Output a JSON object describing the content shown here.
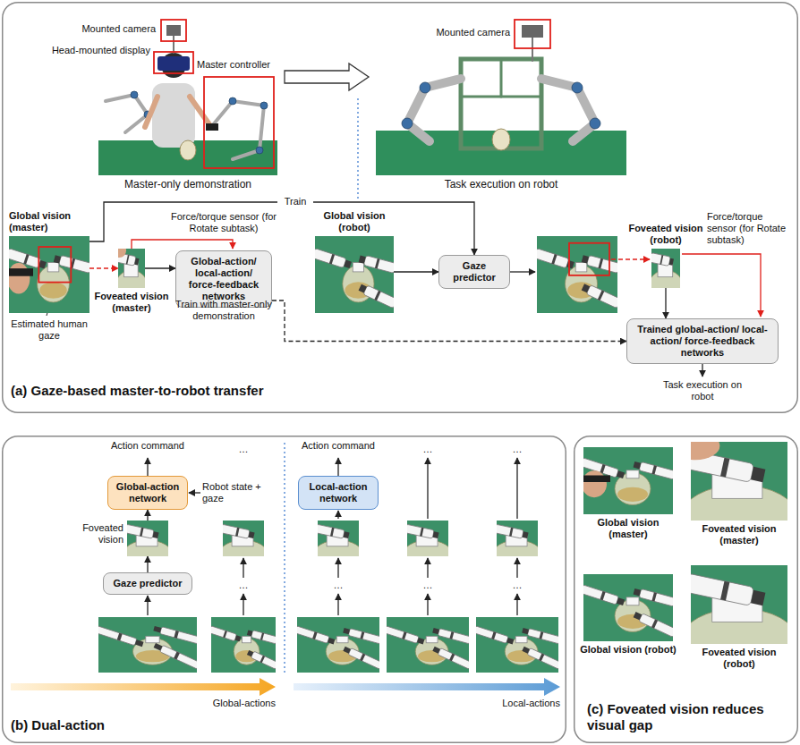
{
  "diagram": {
    "nodes": [
      {
        "text": [
          "(a) Gaze-based master-to-robot transfer"
        ]
      },
      {
        "text": [
          "Master-only demonstration"
        ],
        "in": 0
      },
      {
        "text": [
          "Task execution on robot"
        ],
        "in": 0
      },
      {
        "text": [
          "Global vision (master)"
        ],
        "in": 0
      },
      {
        "text": [
          "Foveated vision (master)"
        ],
        "in": 0
      },
      {
        "text": [
          "Global-action/ local-action/ force-feedback networks"
        ],
        "in": 0
      },
      {
        "text": [
          "Global vision (robot)"
        ],
        "in": 0
      },
      {
        "text": [
          "Gaze predictor"
        ],
        "in": 0
      },
      {
        "text": [
          "Foveated vision (robot)"
        ],
        "in": 0
      },
      {
        "text": [
          "Trained global-action/ local-action/ force-feedback networks"
        ],
        "in": 0
      },
      {
        "text": [
          "(b) Dual-action"
        ]
      },
      {
        "text": [
          "Global-action network"
        ],
        "in": 10
      },
      {
        "text": [
          "Foveated vision"
        ],
        "in": 10
      },
      {
        "text": [
          "Gaze predictor"
        ],
        "in": 10
      },
      {
        "text": [
          "Local-action network"
        ],
        "in": 10
      },
      {
        "text": [
          "(c) Foveated vision reduces visual gap"
        ]
      },
      {
        "text": [
          "Global vision (master)"
        ],
        "in": 15
      },
      {
        "text": [
          "Foveated vision (master)"
        ],
        "in": 15
      },
      {
        "text": [
          "Global vision (robot)"
        ],
        "in": 15
      },
      {
        "text": [
          "Foveated vision (robot)"
        ],
        "in": 15
      }
    ],
    "edges": [
      {
        "from": 1,
        "to": 2,
        "arrow": "to"
      },
      {
        "from": 3,
        "to": 7,
        "label": "Train",
        "arrow": "to"
      },
      {
        "from": 3,
        "to": 4,
        "arrow": "to"
      },
      {
        "from": 4,
        "to": 5,
        "arrow": "to"
      },
      {
        "from": 5,
        "to": 9,
        "arrow": "to"
      },
      {
        "from": 6,
        "to": 7,
        "arrow": "to"
      },
      {
        "from": 8,
        "to": 9,
        "arrow": "to"
      },
      {
        "from": 13,
        "to": 12,
        "arrow": "to"
      },
      {
        "from": 12,
        "to": 11,
        "arrow": "to"
      }
    ],
    "labels": [
      "Mounted camera",
      "Head-mounted display",
      "Master controller",
      "Mounted camera",
      "Force/torque sensor (for Rotate subtask)",
      "Estimated human gaze",
      "Train with master-only demonstration",
      "Force/torque sensor (for Rotate subtask)",
      "Task execution on robot",
      "Action command",
      "Robot state + gaze",
      "…",
      "…",
      "Action command",
      "…",
      "…",
      "…",
      "…",
      "…",
      "Global-actions",
      "Local-actions"
    ]
  }
}
